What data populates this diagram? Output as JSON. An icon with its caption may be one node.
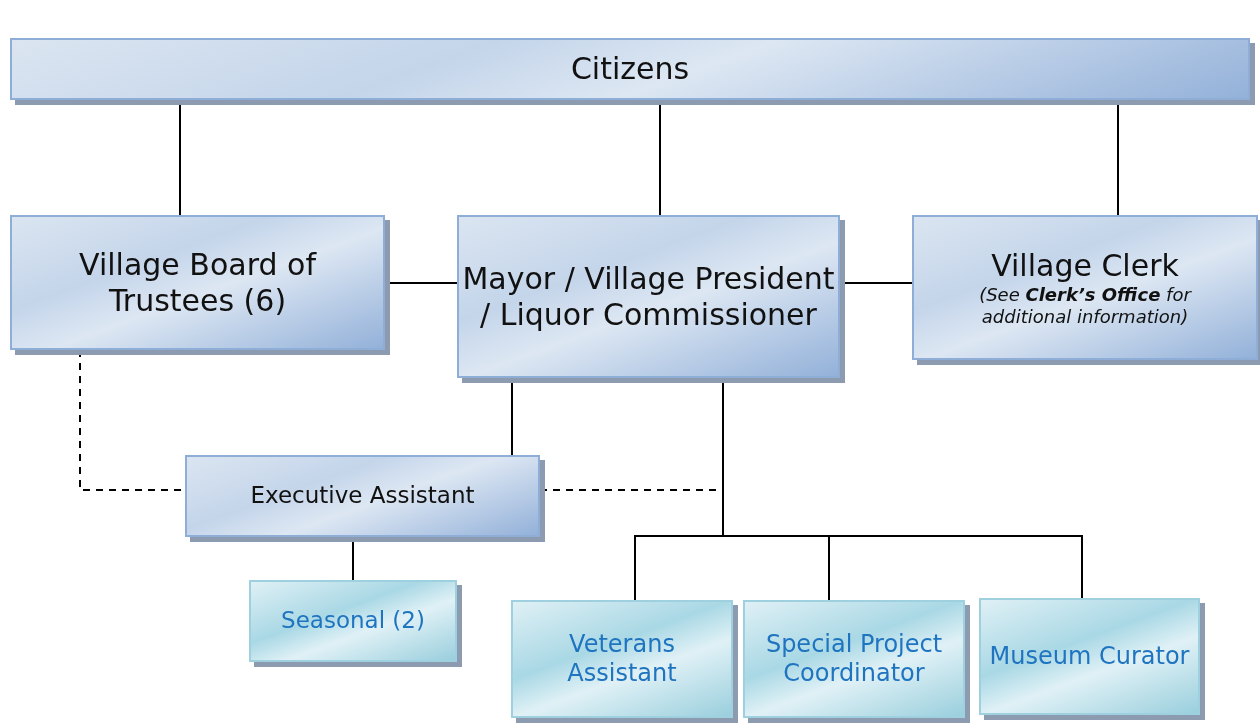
{
  "diagram": {
    "nodes": [
      {
        "text": [
          "Citizens"
        ]
      },
      {
        "text": [
          "Village Board of Trustees (6)"
        ]
      },
      {
        "text": [
          "Mayor / Village President / Liquor Commissioner"
        ]
      },
      {
        "text": [
          "Village Clerk",
          "(See **Clerk’s Office** for additional information)"
        ]
      },
      {
        "text": [
          "Executive Assistant"
        ]
      },
      {
        "text": [
          "Seasonal (2)"
        ]
      },
      {
        "text": [
          "Veterans Assistant"
        ]
      },
      {
        "text": [
          "Special Project Coordinator"
        ]
      },
      {
        "text": [
          "Museum Curator"
        ]
      }
    ],
    "edges": [
      {
        "from": 0,
        "to": 1,
        "arrow": "none"
      },
      {
        "from": 0,
        "to": 2,
        "arrow": "none"
      },
      {
        "from": 0,
        "to": 3,
        "arrow": "none"
      },
      {
        "from": 1,
        "to": 2,
        "arrow": "none"
      },
      {
        "from": 2,
        "to": 3,
        "arrow": "none"
      },
      {
        "from": 1,
        "to": 4,
        "arrow": "none",
        "style": "dashed"
      },
      {
        "from": 4,
        "to": 2,
        "arrow": "none",
        "style": "dashed"
      },
      {
        "from": 2,
        "to": 4,
        "arrow": "none"
      },
      {
        "from": 4,
        "to": 5,
        "arrow": "none"
      },
      {
        "from": 2,
        "to": 6,
        "arrow": "none"
      },
      {
        "from": 2,
        "to": 7,
        "arrow": "none"
      },
      {
        "from": 2,
        "to": 8,
        "arrow": "none"
      }
    ]
  }
}
